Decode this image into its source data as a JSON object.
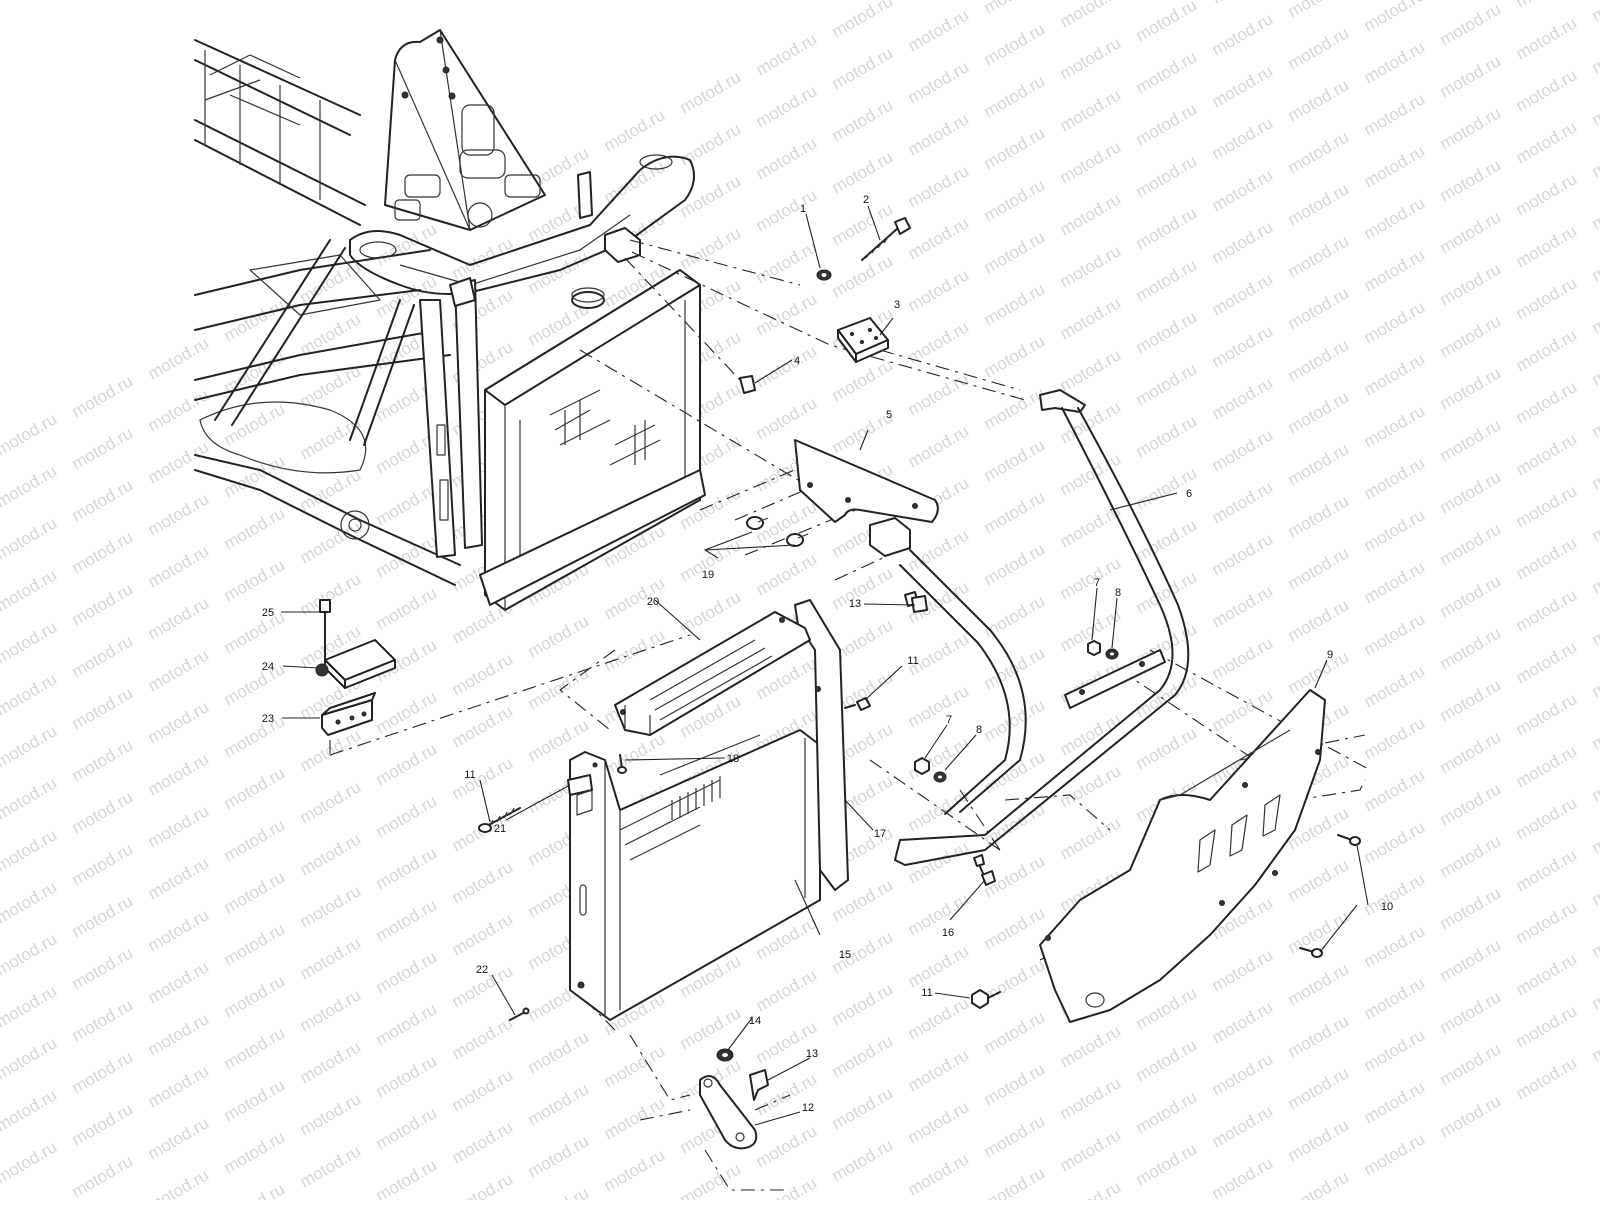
{
  "watermark": {
    "text": "motod.ru",
    "color": "#d6d6d6"
  },
  "callouts": [
    {
      "id": "c1",
      "label": "1"
    },
    {
      "id": "c2",
      "label": "2"
    },
    {
      "id": "c3",
      "label": "3"
    },
    {
      "id": "c4",
      "label": "4"
    },
    {
      "id": "c5",
      "label": "5"
    },
    {
      "id": "c6",
      "label": "6"
    },
    {
      "id": "c7a",
      "label": "7"
    },
    {
      "id": "c8a",
      "label": "8"
    },
    {
      "id": "c7b",
      "label": "7"
    },
    {
      "id": "c8b",
      "label": "8"
    },
    {
      "id": "c9",
      "label": "9"
    },
    {
      "id": "c10",
      "label": "10"
    },
    {
      "id": "c11a",
      "label": "11"
    },
    {
      "id": "c11b",
      "label": "11"
    },
    {
      "id": "c11c",
      "label": "11"
    },
    {
      "id": "c12",
      "label": "12"
    },
    {
      "id": "c13a",
      "label": "13"
    },
    {
      "id": "c13b",
      "label": "13"
    },
    {
      "id": "c14",
      "label": "14"
    },
    {
      "id": "c15",
      "label": "15"
    },
    {
      "id": "c16",
      "label": "16"
    },
    {
      "id": "c17",
      "label": "17"
    },
    {
      "id": "c18",
      "label": "18"
    },
    {
      "id": "c19",
      "label": "19"
    },
    {
      "id": "c20",
      "label": "20"
    },
    {
      "id": "c21",
      "label": "21"
    },
    {
      "id": "c22",
      "label": "22"
    },
    {
      "id": "c23",
      "label": "23"
    },
    {
      "id": "c24",
      "label": "24"
    },
    {
      "id": "c25",
      "label": "25"
    }
  ]
}
